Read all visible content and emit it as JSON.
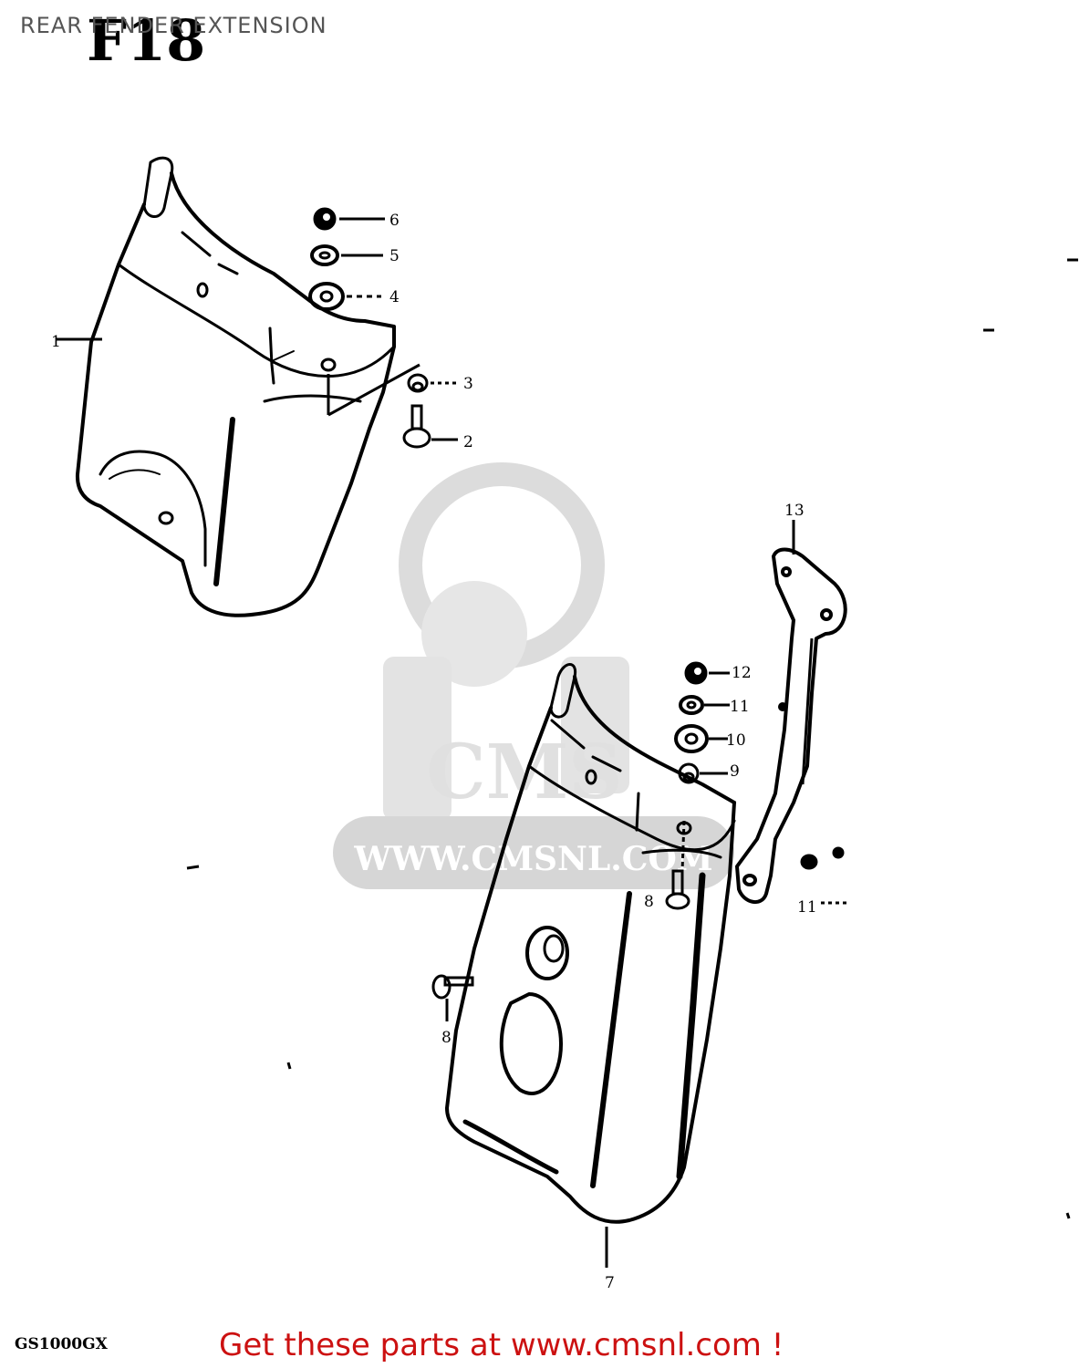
{
  "header": {
    "title": "REAR FENDER EXTENSION",
    "section_code": "F18"
  },
  "footer": {
    "model": "GS1000GX",
    "promo": "Get these parts at www.cmsnl.com !"
  },
  "watermark": {
    "url": "WWW.CMSNL.COM",
    "brand": "CMS"
  },
  "callouts": [
    {
      "id": "callout-1",
      "label": "1"
    },
    {
      "id": "callout-2",
      "label": "2"
    },
    {
      "id": "callout-3",
      "label": "3"
    },
    {
      "id": "callout-4",
      "label": "4"
    },
    {
      "id": "callout-5",
      "label": "5"
    },
    {
      "id": "callout-6",
      "label": "6"
    },
    {
      "id": "callout-7",
      "label": "7"
    },
    {
      "id": "callout-8a",
      "label": "8"
    },
    {
      "id": "callout-8b",
      "label": "8"
    },
    {
      "id": "callout-9",
      "label": "9"
    },
    {
      "id": "callout-10",
      "label": "10"
    },
    {
      "id": "callout-11a",
      "label": "11"
    },
    {
      "id": "callout-11b",
      "label": "11"
    },
    {
      "id": "callout-12",
      "label": "12"
    },
    {
      "id": "callout-13",
      "label": "13"
    }
  ],
  "colors": {
    "line": "#000000",
    "watermark": "#d9d9d9",
    "promo": "#cc1111",
    "title": "#555555"
  }
}
